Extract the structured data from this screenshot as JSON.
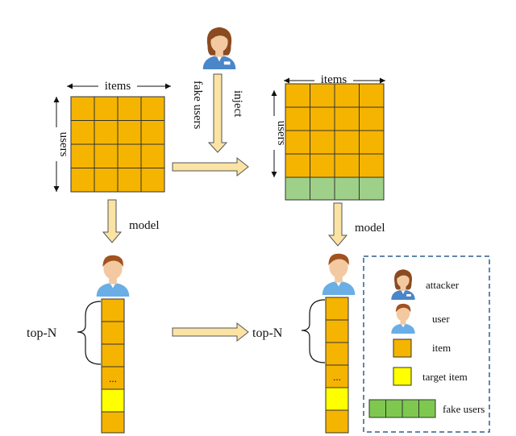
{
  "labels": {
    "items_left": "items",
    "users_left": "users",
    "items_right": "items",
    "users_right": "users",
    "fake_users": "fake users",
    "inject": "inject",
    "model_left": "model",
    "model_right": "model",
    "topn_left": "top-N",
    "topn_right": "top-N",
    "ellipsis_left": "...",
    "ellipsis_right": "..."
  },
  "legend": {
    "attacker": "attacker",
    "user": "user",
    "item": "item",
    "target_item": "target item",
    "fake_users": "fake users"
  },
  "colors": {
    "item": "#f5b400",
    "target": "#ffff00",
    "fake": "#9fd08a",
    "legend_fake": "#7ec850",
    "arrow_fill": "#fbe3a4",
    "legend_border": "#2f5f8f"
  },
  "icons": {
    "attacker": "female-person-icon",
    "user": "male-person-icon"
  }
}
